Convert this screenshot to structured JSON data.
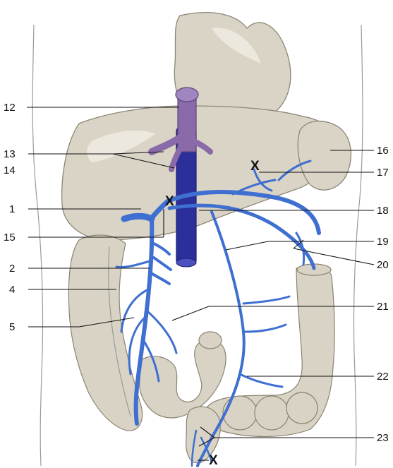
{
  "labels": {
    "l1": "1",
    "l2": "2",
    "l4": "4",
    "l5": "5",
    "l12": "12",
    "l13": "13",
    "l14": "14",
    "l15": "15",
    "l16": "16",
    "l17": "17",
    "l18": "18",
    "l19": "19",
    "l20": "20",
    "l21": "21",
    "l22": "22",
    "l23": "23"
  },
  "marks": {
    "x_liver_right": "X",
    "x_liver_left": "X",
    "x_rectum": "X"
  },
  "colors": {
    "portal_vein": "#3f6fd0",
    "vena_cava": "#2b2f9a",
    "hepatic_veins": "#8a6aa8",
    "organs": "#d9d4c6"
  }
}
